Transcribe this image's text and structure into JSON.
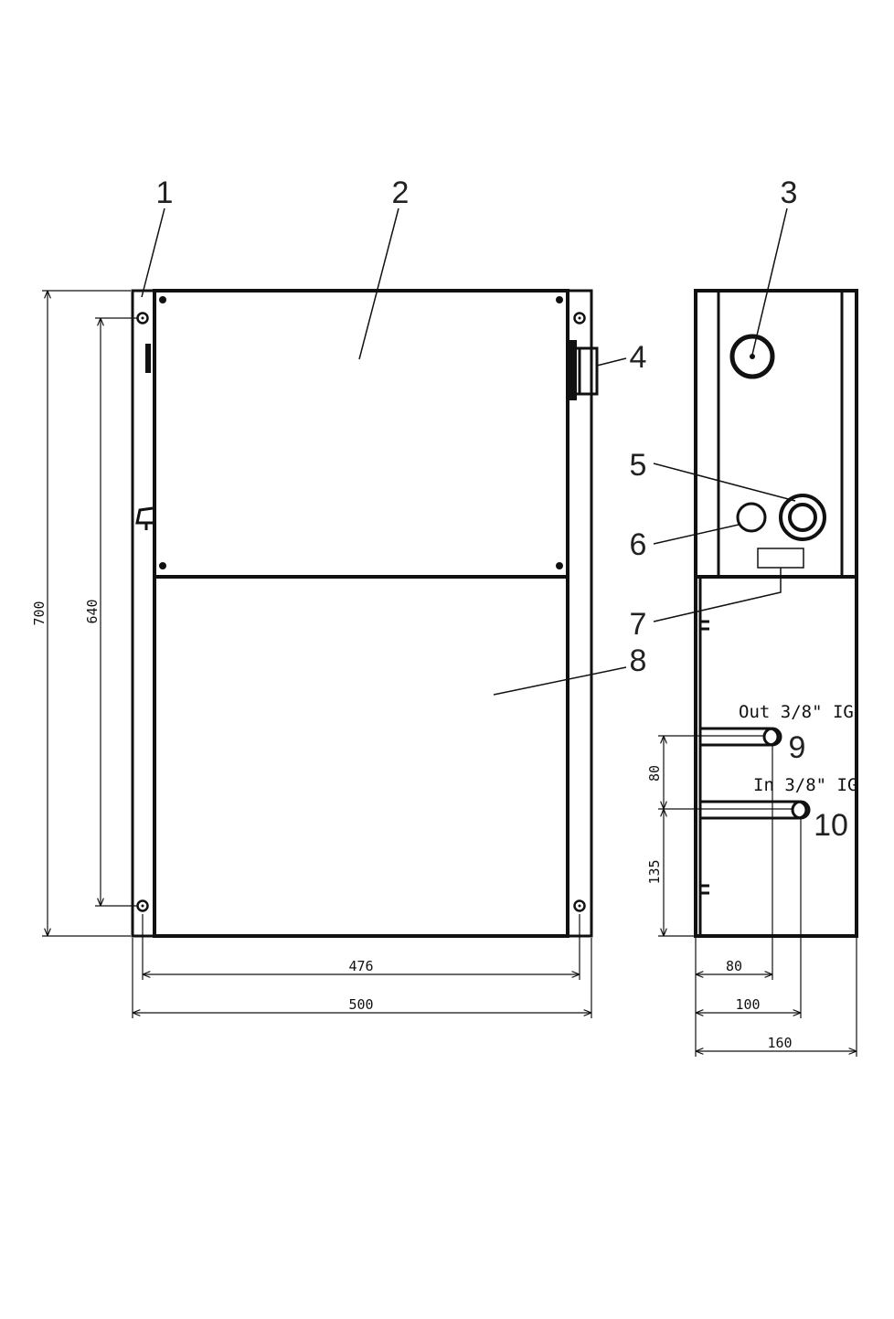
{
  "callouts": [
    "1",
    "2",
    "3",
    "4",
    "5",
    "6",
    "7",
    "8",
    "9",
    "10"
  ],
  "dimensions": {
    "overall_height": "700",
    "mount_height": "640",
    "mount_width": "476",
    "overall_width": "500",
    "conn_spacing": "80",
    "conn_bottom": "135",
    "out_depth": "80",
    "in_depth": "100",
    "side_depth": "160"
  },
  "connections": {
    "out_label": "Out 3/8\" IG",
    "in_label": "In 3/8\" IG"
  }
}
